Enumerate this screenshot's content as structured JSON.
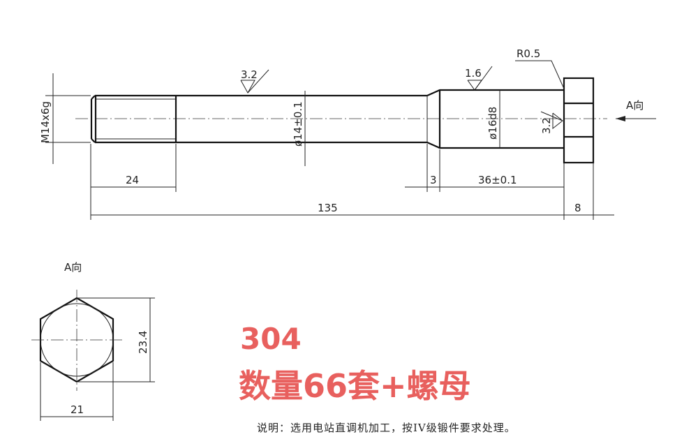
{
  "dims": {
    "thread": "M14x6g",
    "thread_len": "24",
    "shaft_dia": "ø14±0.1",
    "relief": "3",
    "fit_len": "36±0.1",
    "fit_dia": "ø16d8",
    "total_len": "135",
    "head_h": "8",
    "radius": "R0.5",
    "across_corners": "23.4",
    "across_flats": "21"
  },
  "roughness": {
    "shaft": "3.2",
    "fit": "1.6",
    "face": "3.2"
  },
  "view_labels": {
    "arrow": "A向",
    "view": "A向"
  },
  "note": "说明：选用电站直调机加工，按IV级锻件要求处理。",
  "overlay": {
    "material": "304",
    "quantity": "数量66套+螺母",
    "color": "#e8605e"
  }
}
